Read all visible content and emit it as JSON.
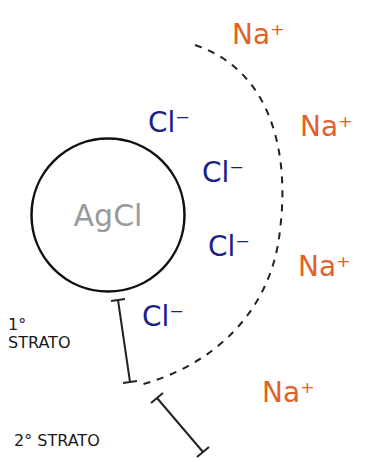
{
  "diagram": {
    "nodes": [
      {
        "text": [
          "AgCl"
        ]
      }
    ],
    "labels": [
      "Cl⁻",
      "Cl⁻",
      "Cl⁻",
      "Cl⁻",
      "Na⁺",
      "Na⁺",
      "Na⁺",
      "Na⁺",
      "1° STRATO",
      "2° STRATO"
    ]
  }
}
